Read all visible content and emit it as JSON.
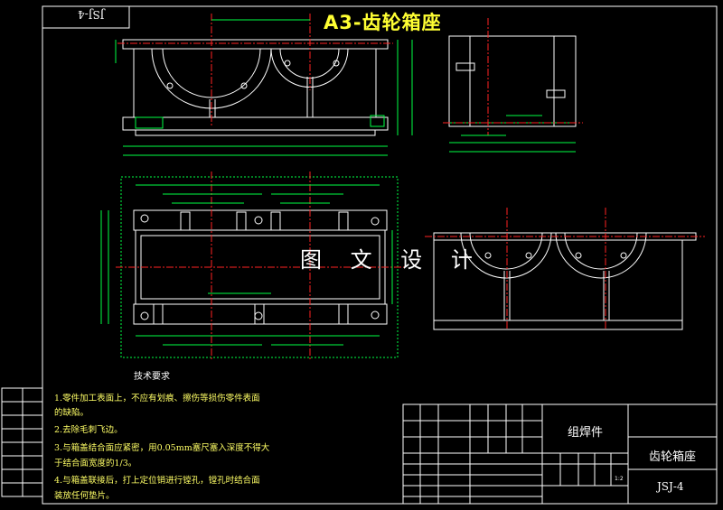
{
  "title": "A3-齿轮箱座",
  "watermark": "图 文 设 计",
  "drawing_tag": "JSJ-4",
  "technical_requirements": {
    "heading": "技术要求",
    "items": [
      "1.零件加工表面上，不应有划痕、擦伤等损伤零件表面",
      "的缺陷。",
      "2.去除毛刺飞边。",
      "3.与箱盖结合面应紧密，用0.05mm塞尺塞入深度不得大",
      "于结合面宽度的1/3。",
      "4.与箱盖联接后，打上定位销进行镗孔，镗孔时结合面",
      "装放任何垫片。"
    ]
  },
  "title_block": {
    "assembly": "组焊件",
    "part_name": "齿轮箱座",
    "drawing_number": "JSJ-4",
    "scale": "1:2"
  },
  "colors": {
    "background": "#000000",
    "outline": "#ffffff",
    "centerline": "#ff2222",
    "dimension": "#00ff44",
    "hatch": "#00ff44",
    "title": "#ffff33",
    "note": "#ffff66"
  }
}
